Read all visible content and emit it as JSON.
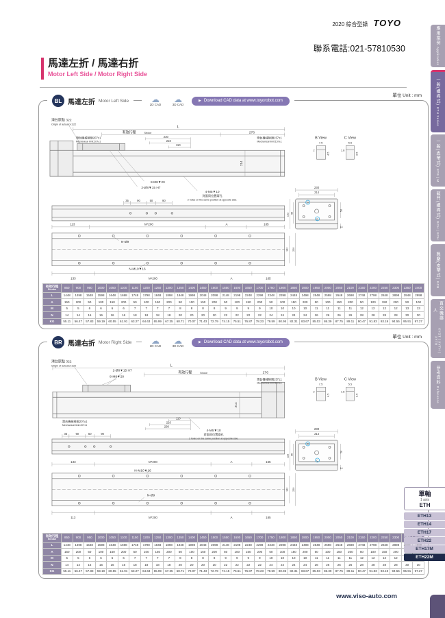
{
  "page": {
    "catalog": "2020 綜合型錄",
    "brand": "TOYO",
    "phone": "聯系電話:021-57810530",
    "title_cn": "馬達左折 / 馬達右折",
    "title_en": "Motor Left Side / Motor Right Side",
    "unit": "單位 Unit : mm",
    "website": "www.viso-auto.com"
  },
  "icons": {
    "cloud": "☁",
    "arrow": "▶"
  },
  "sidebar": {
    "tabs": [
      {
        "cn": "應用案例",
        "en": "Application"
      },
      {
        "cn": "一般(螺桿式)",
        "en": "ETH Series"
      },
      {
        "cn": "一般(皮帶式)",
        "en": "ETB | M"
      },
      {
        "cn": "龍門(螺桿式)",
        "en": "GCH | ECH"
      },
      {
        "cn": "無塵(皮帶式)",
        "en": "ECB"
      },
      {
        "cn": "直交機器人",
        "en": "XYGT | XYTH | XYTB"
      },
      {
        "cn": "參考資料",
        "en": "Reference"
      }
    ]
  },
  "models": {
    "axis_cn": "單軸",
    "axis_en": "1 axis",
    "series": "ETH",
    "items": [
      "ETH13",
      "ETH14",
      "ETH17",
      "ETH22",
      "ETH17M",
      "ETH22M"
    ],
    "active": "ETH22M"
  },
  "panels": {
    "bl": {
      "badge": "BL",
      "title_cn": "馬達左折",
      "title_en": "Motor Left Side"
    },
    "br": {
      "badge": "BR",
      "title_cn": "馬達右折",
      "title_en": "Motor Right Side"
    }
  },
  "cad": {
    "icon_2d": "2D CAD",
    "icon_3d": "3D CAD",
    "download": "Download CAD data at www.toyorobot.com"
  },
  "dwg": {
    "origin_cn": "滑台原點 322",
    "origin_en": "Origin of actuator:322",
    "L": "L",
    "stroke_cn": "有效行程",
    "stroke_en": "Stroke",
    "d276": "276",
    "d230": "230",
    "d210": "210",
    "d110": "110",
    "d214": "214",
    "mech207_cn": "滑台機械極限207±1",
    "mech207_en": "Mechanical limit:207±1",
    "mech157_cn": "滑台機械極限157±1",
    "mech157_en": "Mechanical limit:157±1",
    "b_view": "B View",
    "c_view": "C View",
    "d75": "7.5",
    "d2": "2",
    "d45": "4.5",
    "d55": "5.5",
    "d18": "1.8",
    "d35": "3.5",
    "c_8m8": "8-M8▼20",
    "c_2o8": "2-Ø8▼15 H7",
    "c_4m5": "4-M5▼10",
    "holes_cn": "對面同位置兩孔",
    "holes_en": "2 holes on the same position at opposite side.",
    "p35": "35",
    "p90": "90",
    "p50": "50",
    "e230": "230",
    "e214": "214",
    "e122": "122",
    "e95": "95",
    "e58": "58",
    "e14": "14",
    "d113": "113",
    "d133": "133",
    "d185": "185",
    "d165": "165",
    "mx200": "M*200",
    "A": "A",
    "n_o9": "N-Ø9",
    "n_m10": "N-M10▼16",
    "d182": "182",
    "d220": "220",
    "b_mark": "B",
    "c_mark": "C"
  },
  "stroke_table": {
    "header_cn": "有效行程",
    "header_en": "Stroke",
    "strokes": [
      850,
      900,
      950,
      1000,
      1050,
      1100,
      1150,
      1200,
      1250,
      1300,
      1350,
      1400,
      1450,
      1500,
      1550,
      1600,
      1650,
      1700,
      1750,
      1800,
      1850,
      1900,
      1950,
      2000,
      2050,
      2100,
      2150,
      2200,
      2250,
      2300,
      2350,
      2400
    ],
    "rows": [
      {
        "label": "L",
        "values": [
          1448,
          1498,
          1548,
          1598,
          1648,
          1698,
          1748,
          1798,
          1848,
          1898,
          1948,
          1998,
          2048,
          2098,
          2148,
          2198,
          2248,
          2298,
          2348,
          2398,
          2448,
          2498,
          2548,
          2598,
          2648,
          2698,
          2748,
          2798,
          2848,
          2898,
          2948,
          2998
        ]
      },
      {
        "label": "A",
        "values": [
          150,
          200,
          50,
          100,
          150,
          200,
          50,
          100,
          150,
          200,
          50,
          100,
          150,
          200,
          50,
          100,
          150,
          200,
          50,
          100,
          150,
          200,
          50,
          100,
          150,
          200,
          50,
          100,
          150,
          200,
          50,
          100
        ]
      },
      {
        "label": "M",
        "values": [
          5,
          5,
          6,
          6,
          6,
          6,
          7,
          7,
          7,
          7,
          8,
          8,
          8,
          8,
          9,
          9,
          9,
          9,
          10,
          10,
          10,
          10,
          11,
          11,
          11,
          11,
          12,
          12,
          12,
          12,
          13,
          13
        ]
      },
      {
        "label": "N",
        "values": [
          14,
          14,
          16,
          16,
          16,
          16,
          18,
          18,
          18,
          18,
          20,
          20,
          20,
          20,
          22,
          22,
          22,
          22,
          24,
          24,
          24,
          24,
          26,
          26,
          26,
          26,
          28,
          28,
          28,
          28,
          30,
          30
        ]
      },
      {
        "label": "KG",
        "values": [
          55.11,
          56.47,
          57.83,
          59.19,
          60.55,
          61.91,
          63.27,
          64.63,
          65.99,
          67.35,
          68.71,
          70.07,
          71.43,
          72.79,
          74.15,
          75.51,
          76.87,
          78.23,
          79.59,
          80.95,
          82.31,
          83.67,
          85.03,
          86.39,
          87.75,
          89.11,
          90.47,
          91.83,
          93.19,
          94.55,
          95.91,
          97.27
        ]
      }
    ]
  }
}
